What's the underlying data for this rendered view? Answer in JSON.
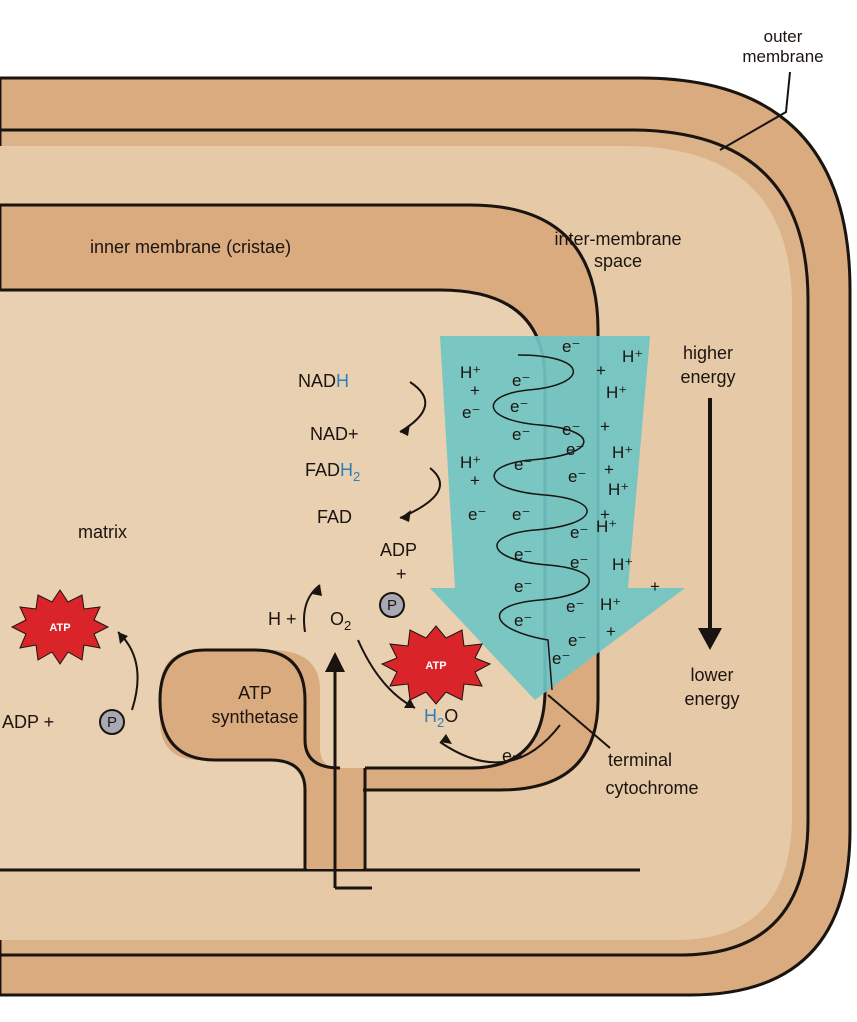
{
  "labels": {
    "outer_membrane_1": "outer",
    "outer_membrane_2": "membrane",
    "inner_membrane": "inner membrane (cristae)",
    "intermembrane_1": "inter-membrane",
    "intermembrane_2": "space",
    "higher_1": "higher",
    "higher_2": "energy",
    "lower_1": "lower",
    "lower_2": "energy",
    "matrix": "matrix",
    "terminal_1": "terminal",
    "terminal_2": "cytochrome",
    "atp_synthetase_1": "ATP",
    "atp_synthetase_2": "synthetase"
  },
  "molecules": {
    "nadh_base": "NAD",
    "nadh_h": "H",
    "nad_plus": "NAD+",
    "fadh2_base": "FAD",
    "fadh2_h": "H",
    "fadh2_sub": "2",
    "fad": "FAD",
    "adp": "ADP",
    "plus": "+",
    "p": "P",
    "h_plus": "H +",
    "o2": "O",
    "o2_sub": "2",
    "h2o_h": "H",
    "h2o_sub": "2",
    "h2o_o": "O",
    "adp_plus_left": "ADP +",
    "atp": "ATP",
    "e_minus": "e−"
  },
  "colors": {
    "membrane": "#d9ab7e",
    "membrane_dark": "#c99968",
    "interior": "#e8d0b1",
    "arrow": "#6fc4c4",
    "atp_burst": "#d9252a",
    "line": "#1a1410",
    "accent_blue": "#2f7fc0"
  }
}
